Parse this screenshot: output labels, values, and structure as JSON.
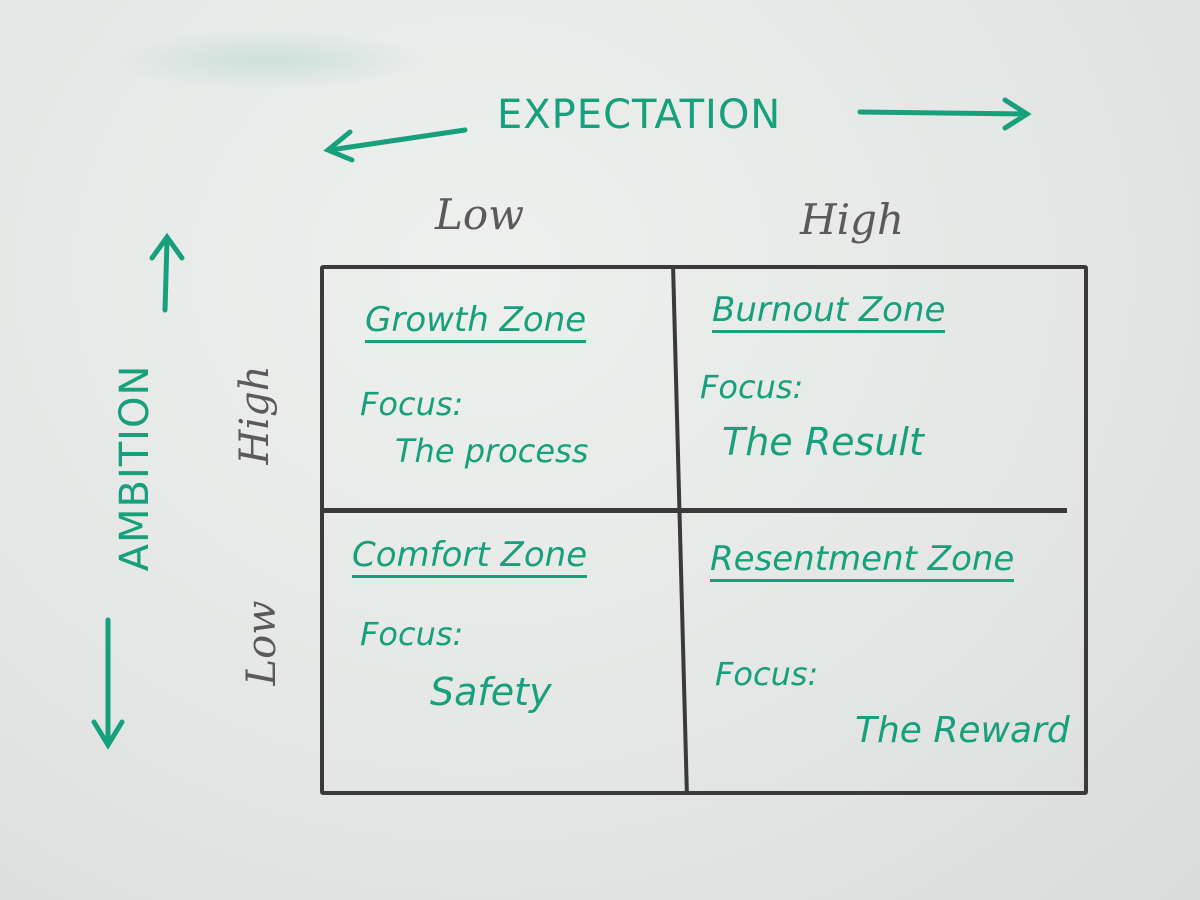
{
  "axes": {
    "x": {
      "label": "EXPECTATION",
      "low": "Low",
      "high": "High"
    },
    "y": {
      "label": "AMBITION",
      "low": "Low",
      "high": "High"
    }
  },
  "quadrants": [
    {
      "zone": "Growth Zone",
      "focus_label": "Focus:",
      "focus": "The process"
    },
    {
      "zone": "Burnout Zone",
      "focus_label": "Focus:",
      "focus": "The Result"
    },
    {
      "zone": "Comfort Zone",
      "focus_label": "Focus:",
      "focus": "Safety"
    },
    {
      "zone": "Resentment Zone",
      "focus_label": "Focus:",
      "focus": "The Reward"
    }
  ],
  "colors": {
    "marker_green": "#17a07c",
    "marker_black": "#3a3a3a",
    "board": "#e6e8e6"
  }
}
